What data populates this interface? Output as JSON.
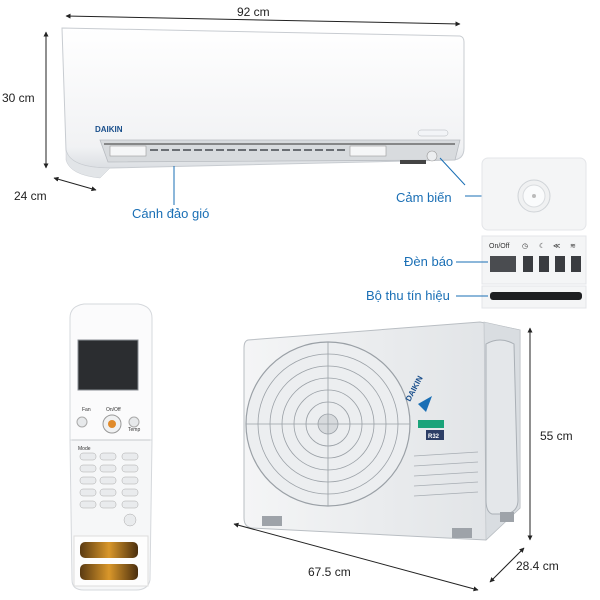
{
  "dimensions": {
    "indoor_width": "92 cm",
    "indoor_height": "30 cm",
    "indoor_depth": "24 cm",
    "outdoor_width": "67.5 cm",
    "outdoor_height": "55 cm",
    "outdoor_depth": "28.4 cm"
  },
  "callouts": {
    "louver": "Cánh đảo gió",
    "sensor": "Cảm biến",
    "indicator": "Đèn báo",
    "receiver": "Bộ thu tín hiệu"
  },
  "indicator_panel": {
    "onoff": "On/Off"
  },
  "remote": {
    "onoff": "On/Off",
    "fan": "Fan",
    "temp": "Temp",
    "mode": "Mode"
  },
  "outdoor_unit": {
    "brand": "DAIKIN",
    "refrigerant": "R32"
  },
  "indoor_unit": {
    "brand": "DAIKIN"
  },
  "colors": {
    "callout": "#1a6fb5",
    "brand_blue": "#1a4f8c",
    "refrigerant_green": "#1aa37a"
  }
}
